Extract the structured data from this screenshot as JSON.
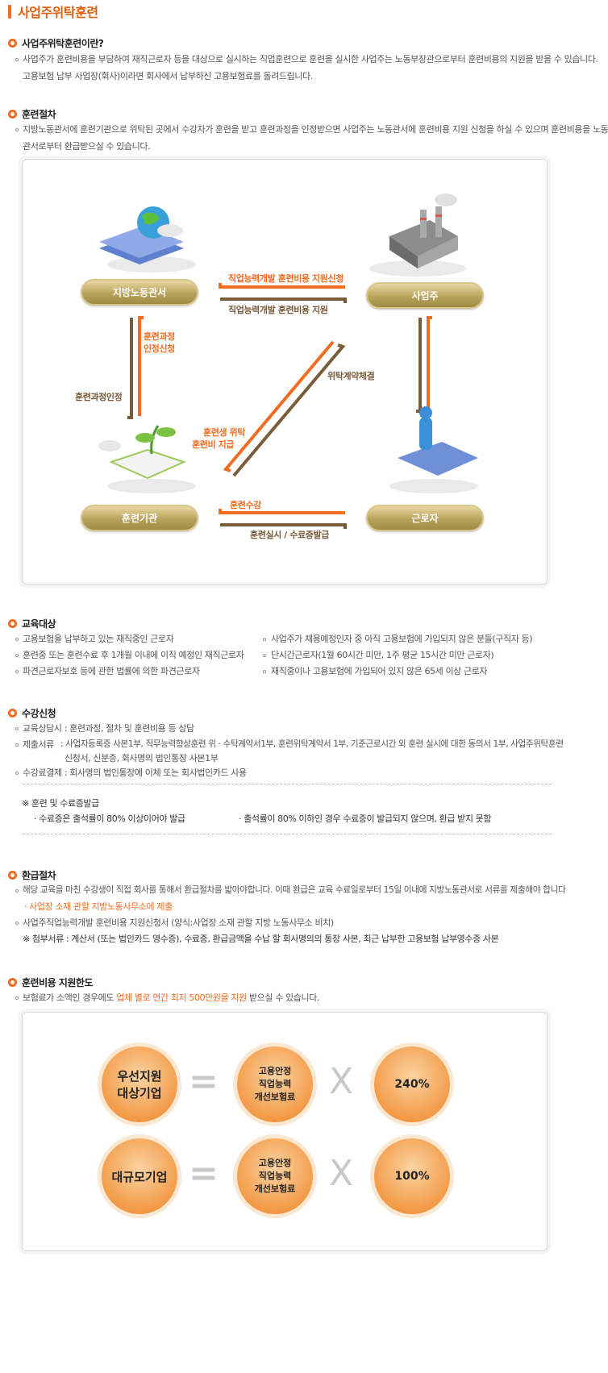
{
  "page_title": "사업주위탁훈련",
  "s1": {
    "title": "사업주위탁훈련이란?",
    "lines": [
      "사업주가 훈련비용을 부담하여 재직근로자 등을 대상으로 실시하는 직업훈련으로 훈련을 실시한 사업주는 노동부장관으로부터 훈련비용의 지원을 받을 수 있습니다.",
      "고용보험 납부 사업장(회사)이라면 회사에서 납부하신 고용보험료를 돌려드립니다."
    ]
  },
  "s2": {
    "title": "훈련절차",
    "lines": [
      "지방노동관서에 훈련기관으로 위탁된 곳에서 수강자가 훈련을 받고 훈련과정을 인정받으면 사업주는 노동관서에 훈련비용 지원 신청을 하실 수 있으며 훈련비용을 노동",
      "관서로부터 환급받으실 수 있습니다."
    ],
    "diagram": {
      "node_office": "지방노동관서",
      "node_employer": "사업주",
      "node_institute": "훈련기관",
      "node_worker": "근로자",
      "label_apply_support": "직업능력개발 훈련비용 지원신청",
      "label_support": "직업능력개발 훈련비용 지원",
      "label_course_apply": [
        "훈련과정",
        "인정신청"
      ],
      "label_course_approve": "훈련과정인정",
      "label_contract": "위탁계약체결",
      "label_trainee": [
        "훈련생 위탁",
        "훈련비 지급"
      ],
      "label_attend": "훈련수강",
      "label_certify": "훈련실시 / 수료증발급"
    }
  },
  "s3": {
    "title": "교육대상",
    "left": [
      "고용보험을 납부하고 있는 재직중인 근로자",
      "훈련중 또는 훈련수료 후 1개월 이내에 이직 예정인 재직근로자",
      "파견근로자보호 등에 관한 법률에 의한 파견근로자"
    ],
    "right": [
      "사업주가 채용예정인자 중 아직 고용보험에 가입되지 않은 분들(구직자 등)",
      "단시간근로자(1월 60시간 미만, 1주 평균 15시간 미만 근로자)",
      "재직중이나 고용보험에 가입되어 있지 않은 65세 이상 근로자"
    ]
  },
  "s4": {
    "title": "수강신청",
    "consult": "교육상담시 : 훈련과정, 절차 및 훈련비용 등 상담",
    "docs_label": "제출서류",
    "docs_line1": ": 사업자등록증 사본1부, 직무능력향상훈련 위 · 수탁계약서1부,  훈련위탁계약서 1부, 기준근로시간 외 훈련 실시에 대한 동의서 1부,  사업주위탁훈련",
    "docs_line2": "신청서, 신분증, 회사명의 법인통장 사본1부",
    "payment": "수강료결제 : 회사명의 법인통장에 이체 또는 회사법인카드 사용",
    "note_title": "※ 훈련 및 수료증발급",
    "note_left": "· 수료증은 출석률이 80% 이상이어야 발급",
    "note_right": "· 출석률이 80% 이하인 경우 수료증이 발급되지 않으며, 환급 받지 못함"
  },
  "s5": {
    "title": "환급절차",
    "line1": "해당 교육을 마친 수강생이 직접 회사를 통해서 환급절차를 밟아야합니다. 이때 환급은 교육 수료일로부터 15일 이내에 지방노동관서로 서류를 제출해야 합니다",
    "line2": "· 사업장 소재 관할 지방노동사무소에 제출",
    "line3": "사업주직업능력개발 훈련비용 지원신청서 (양식:사업장 소재 관할 지방 노동사무소 비치)",
    "line4": "※ 첨부서류 : 계산서 (또는 법인카드 영수증), 수료증, 환급금액을 수납 할 회사명의의 통장 사본, 최근 납부한 고용보험 납부영수증 사본"
  },
  "s6": {
    "title": "훈련비용 지원한도",
    "line_pre": "보험료가 소액인 경우에도 ",
    "line_hl": "업체 별로 연간 최저 500만원을 지원",
    "line_post": " 받으실 수 있습니다.",
    "row1": {
      "label": "우선지원\n대상기업",
      "eq": "=",
      "mid": "고용안정\n직업능력\n개선보험료",
      "x": "X",
      "rate": "240%"
    },
    "row2": {
      "label": "대규모기업",
      "eq": "=",
      "mid": "고용안정\n직업능력\n개선보험료",
      "x": "X",
      "rate": "100%"
    }
  },
  "colors": {
    "accent": "#f26c21",
    "brown": "#7a5b3a",
    "gold": "#b9a35c"
  }
}
